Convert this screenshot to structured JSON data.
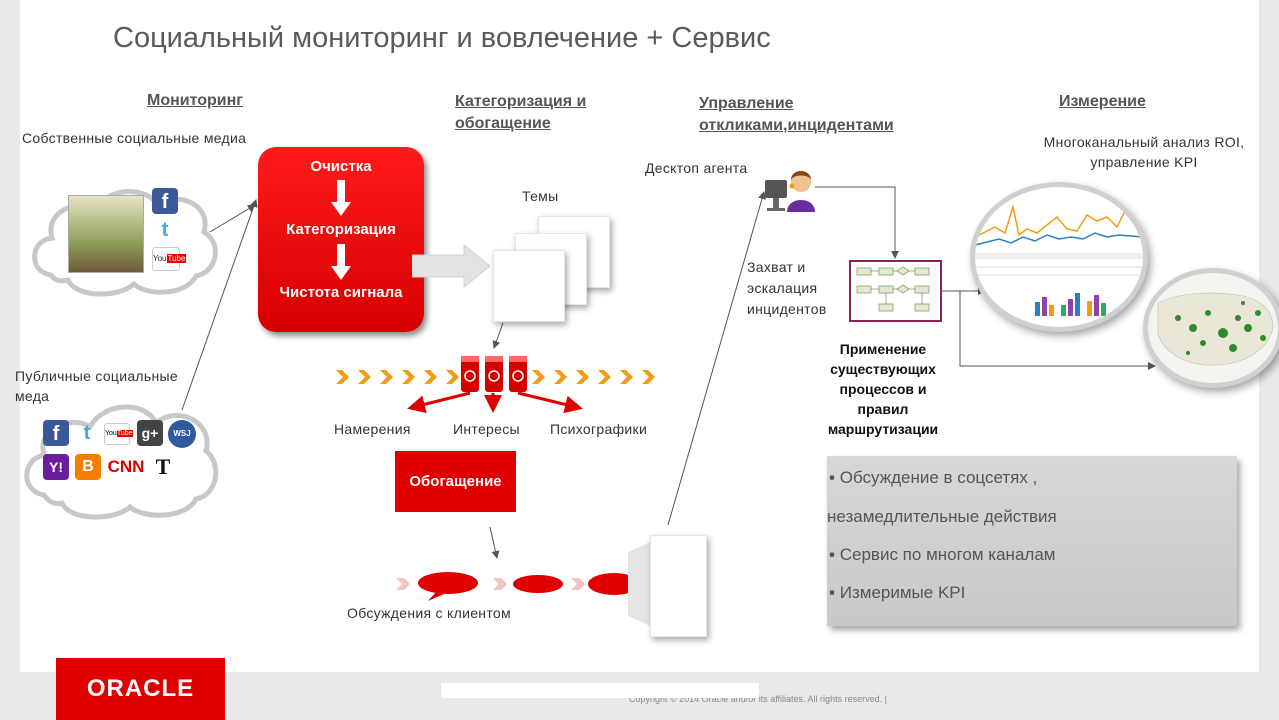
{
  "title": "Социальный мониторинг и вовлечение + Сервис",
  "columns": {
    "monitoring": "Мониторинг",
    "categorization": "Категоризация и обогащение",
    "response": "Управление откликами,инцидентами",
    "measurement": "Измерение"
  },
  "monitoring": {
    "own_media": "Собственные социальные медиа",
    "public_media": "Публичные социальные меда"
  },
  "pipeline": {
    "step1": "Очистка",
    "step2": "Категоризация",
    "step3": "Чистота сигнала",
    "topics": "Темы",
    "intents": "Намерения",
    "interests": "Интересы",
    "psychographics": "Психографики",
    "enrichment": "Обогащение",
    "conversations": "Обсуждения с клиентом"
  },
  "response": {
    "agent_desktop": "Десктоп агента",
    "capture": "Захват и эскалация инцидентов",
    "apply_processes": "Применение существующих процессов и правил маршрутизации"
  },
  "measurement": {
    "roi": "Многоканальный анализ ROI, управление KPI"
  },
  "bullets": [
    "▪ Обсуждение в соцсетях ,",
    "незамедлительные действия",
    "▪ Сервис по многом каналам",
    "▪ Измеримые KPI"
  ],
  "footer": {
    "logo": "ORACLE",
    "copyright": "Copyright © 2014 Oracle and/or its affiliates. All rights reserved. |"
  },
  "colors": {
    "accent": "#e00000",
    "arrow_orange": "#f39c12"
  },
  "icons": [
    "facebook-icon",
    "twitter-icon",
    "youtube-icon",
    "googleplus-icon",
    "wsj-icon",
    "yahoo-icon",
    "blogger-icon",
    "cnn-icon",
    "nyt-icon",
    "agent-icon",
    "workflow-icon",
    "chart-magnifier",
    "map-magnifier"
  ]
}
